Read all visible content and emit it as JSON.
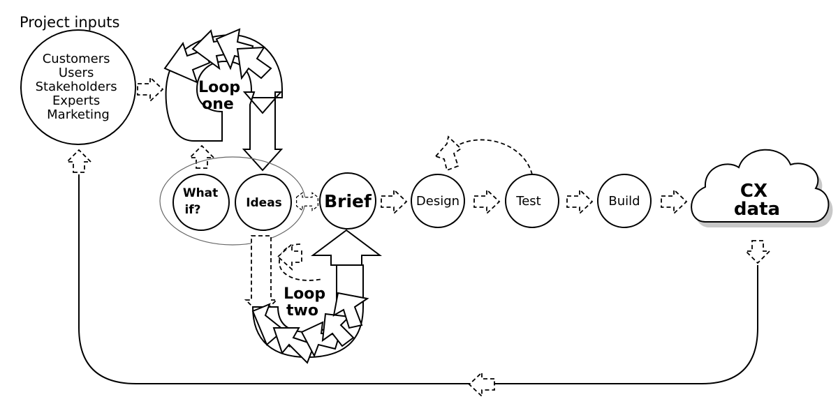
{
  "title": "Project inputs",
  "inputs": [
    "Customers",
    "Users",
    "Stakeholders",
    "Experts",
    "Marketing"
  ],
  "loop_one": [
    "Loop",
    "one"
  ],
  "loop_two": [
    "Loop",
    "two"
  ],
  "what_if": [
    "What",
    "if?"
  ],
  "ideas": "Ideas",
  "brief": "Brief",
  "design": "Design",
  "test": "Test",
  "build": "Build",
  "cx_data": [
    "CX",
    "data"
  ]
}
